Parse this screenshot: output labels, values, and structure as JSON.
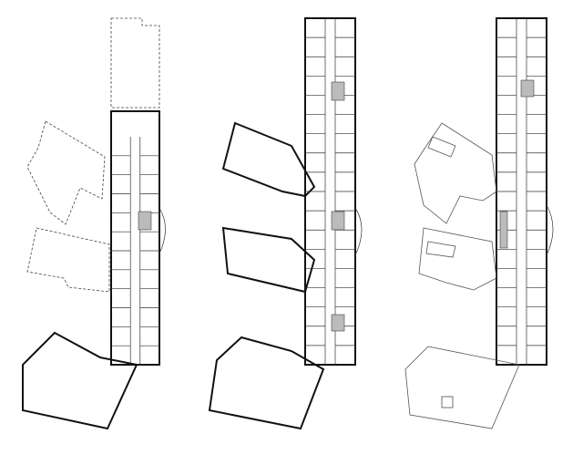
{
  "colors": {
    "background": "#ffffff",
    "line": "#111111"
  },
  "plans": [
    {
      "id": "plan-1",
      "wings": "dashed-outline",
      "bottom_wing": "detailed"
    },
    {
      "id": "plan-2",
      "wings": "detailed",
      "bottom_wing": "detailed"
    },
    {
      "id": "plan-3",
      "wings": "outline",
      "bottom_wing": "outline"
    }
  ]
}
